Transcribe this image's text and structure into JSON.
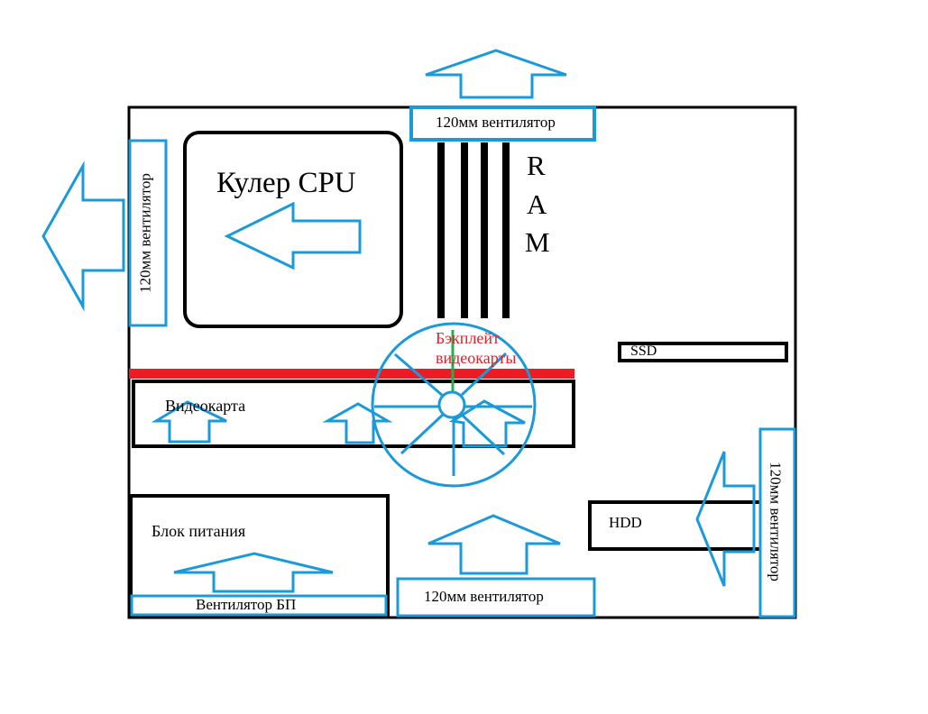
{
  "title": "PC case airflow diagram",
  "colors": {
    "outline": "#000000",
    "fan": "#1a9ad9",
    "backplate": "#ed1c24",
    "backplate_label": "#e0202a",
    "probe": "#22b14c",
    "background": "#ffffff"
  },
  "components": {
    "cpu_cooler": "Кулер CPU",
    "ram": [
      "R",
      "A",
      "M"
    ],
    "gpu": "Видеокарта",
    "gpu_backplate": [
      "Бэкплейт",
      "видеокарты"
    ],
    "ssd": "SSD",
    "hdd": "HDD",
    "psu": "Блок питания",
    "psu_fan": "Вентилятор БП"
  },
  "fans": {
    "top": "120мм вентилятор",
    "rear": "120мм вентилятор",
    "bottom": "120мм вентилятор",
    "front": "120мм вентилятор"
  },
  "airflow": {
    "top": "up (exhaust)",
    "rear": "left (exhaust)",
    "cpu": "left",
    "gpu": "up",
    "psu": "up",
    "bottom": "up (intake)",
    "front": "left (intake)"
  }
}
